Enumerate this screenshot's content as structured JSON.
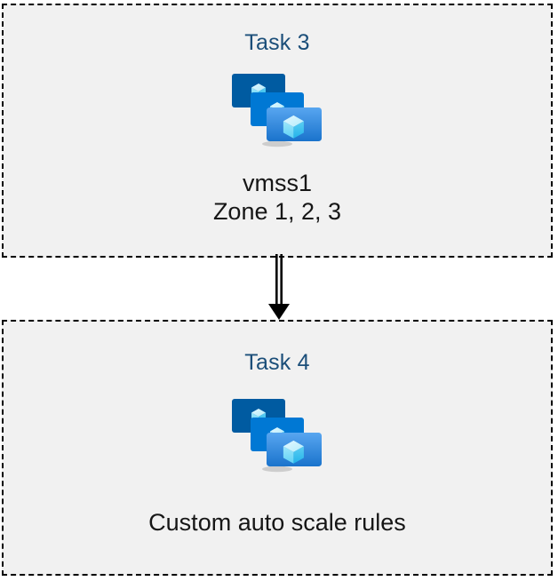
{
  "diagram": {
    "background_color": "#ffffff",
    "box_fill_color": "#f1f1f1",
    "box_border_color": "#000000",
    "title_color": "#1b4e79",
    "caption_color": "#161616",
    "arrow_color": "#000000",
    "nodes": [
      {
        "id": "task-3",
        "title": "Task 3",
        "icon": "virtual-machine-scale-set-icon",
        "caption_lines": [
          "vmss1",
          "Zone 1, 2, 3"
        ]
      },
      {
        "id": "task-4",
        "title": "Task 4",
        "icon": "virtual-machine-scale-set-icon",
        "caption_lines": [
          "Custom auto scale rules"
        ]
      }
    ],
    "connector": {
      "id": "task3-to-task4-arrow",
      "style": "double-line-with-arrowhead",
      "direction": "down",
      "from": "task-3",
      "to": "task-4"
    },
    "icon_palette": {
      "monitor_back": "#005ba1",
      "monitor_middle": "#0078d4",
      "monitor_front_top": "#50a0ef",
      "monitor_front_bottom": "#1b75cf",
      "cube_light": "#c3f1ff",
      "cube_mid": "#7fdbf5",
      "cube_dark": "#32c5f4",
      "stand": "#b3b3b3"
    }
  }
}
